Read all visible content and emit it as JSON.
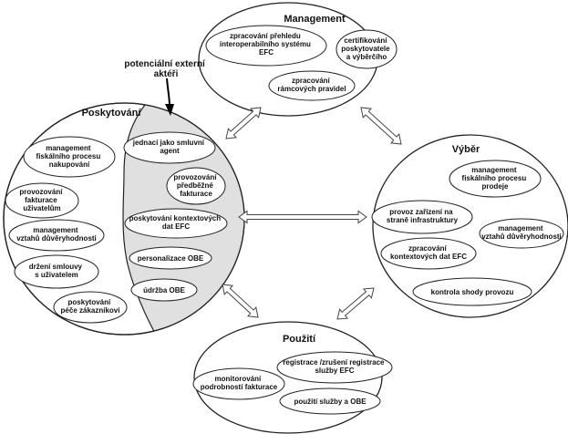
{
  "annotation": {
    "lines": [
      "potenciální externí",
      "aktéři"
    ]
  },
  "groups": {
    "management": {
      "title": "Management",
      "nodes": [
        {
          "lines": [
            "zpracování přehledu",
            "interoperabilního systému",
            "EFC"
          ]
        },
        {
          "lines": [
            "certifikování",
            "poskytovatele",
            "a výběrčího"
          ]
        },
        {
          "lines": [
            "zpracování",
            "rámcových  pravidel"
          ]
        }
      ]
    },
    "poskytovani": {
      "title": "Poskytování",
      "nodes": [
        {
          "lines": [
            "management",
            "fiskálního procesu",
            "nakupování"
          ]
        },
        {
          "lines": [
            "provozování",
            "fakturace",
            "uživatelům"
          ]
        },
        {
          "lines": [
            "management",
            "vztahů důvěryhodnosti"
          ]
        },
        {
          "lines": [
            "držení smlouvy",
            "s uživatelem"
          ]
        },
        {
          "lines": [
            "poskytování",
            "péče zákazníkovi"
          ]
        }
      ]
    },
    "external": {
      "nodes": [
        {
          "lines": [
            "jednací jako smluvní",
            "agent"
          ]
        },
        {
          "lines": [
            "provozování",
            "předběžné",
            "fakturace"
          ]
        },
        {
          "lines": [
            "poskytování kontextových",
            "dat EFC"
          ]
        },
        {
          "lines": [
            "personalizace OBE"
          ]
        },
        {
          "lines": [
            "údržba OBE"
          ]
        }
      ]
    },
    "vyber": {
      "title": "Výběr",
      "nodes": [
        {
          "lines": [
            "management",
            "fiskálního procesu",
            "prodeje"
          ]
        },
        {
          "lines": [
            "provoz zařízení na",
            "straně infrastruktury"
          ]
        },
        {
          "lines": [
            "management",
            "vztahů důvěryhodnosti"
          ]
        },
        {
          "lines": [
            "zpracování",
            "kontextových dat EFC"
          ]
        },
        {
          "lines": [
            "kontrola shody provozu"
          ]
        }
      ]
    },
    "pouziti": {
      "title": "Použití",
      "nodes": [
        {
          "lines": [
            "registrace /zrušení registrace",
            "služby EFC"
          ]
        },
        {
          "lines": [
            "monitorování",
            "podrobností fakturace"
          ]
        },
        {
          "lines": [
            "použití služby a OBE"
          ]
        }
      ]
    }
  }
}
